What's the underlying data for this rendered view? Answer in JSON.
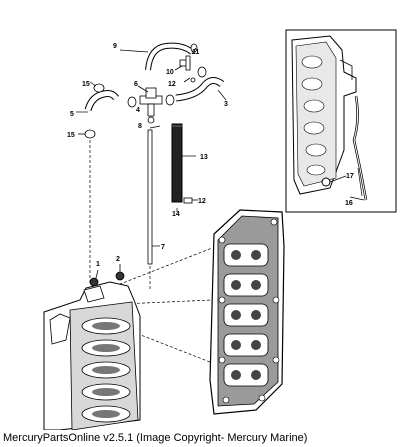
{
  "callouts": {
    "c1": "1",
    "c2": "2",
    "c3": "3",
    "c4": "4",
    "c5": "5",
    "c6": "6",
    "c7": "7",
    "c8": "8",
    "c9": "9",
    "c10": "10",
    "c11": "11",
    "c12a": "12",
    "c12b": "12",
    "c13": "13",
    "c14": "14",
    "c15a": "15",
    "c15b": "15",
    "c16": "16",
    "c17": "17"
  },
  "footer": "MercuryPartsOnline v2.5.1 (Image Copyright- Mercury Marine)",
  "colors": {
    "line": "#000000",
    "fill": "#ffffff",
    "shade": "#b8b8b8",
    "dark": "#555555"
  }
}
